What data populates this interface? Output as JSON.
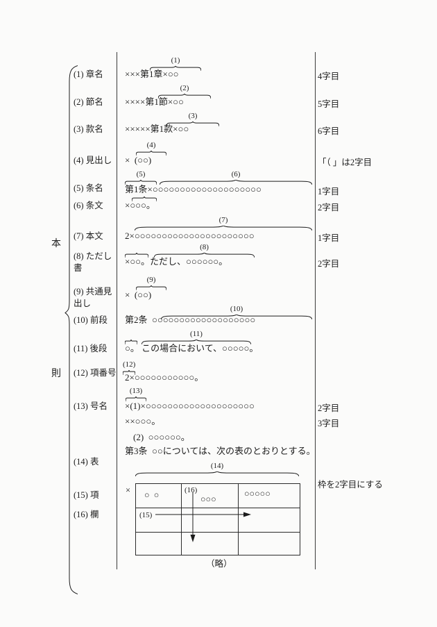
{
  "header": {
    "top": "本",
    "bottom": "則"
  },
  "items": {
    "i1": "(1) 章名",
    "i2": "(2) 節名",
    "i3": "(3) 款名",
    "i4": "(4) 見出し",
    "i5": "(5) 条名",
    "i6": "(6) 条文",
    "i7": "(7) 本文",
    "i8": "(8) ただし書",
    "i9": "(9) 共通見出し",
    "i10": "(10) 前段",
    "i11": "(11) 後段",
    "i12": "(12) 項番号",
    "i13": "(13) 号名",
    "i14": "(14) 表",
    "i15": "(15) 項",
    "i16": "(16) 欄"
  },
  "tags": {
    "t1": "(1)",
    "t2": "(2)",
    "t3": "(3)",
    "t4": "(4)",
    "t5": "(5)",
    "t6": "(6)",
    "t7": "(7)",
    "t8": "(8)",
    "t9": "(9)",
    "t10": "(10)",
    "t11": "(11)",
    "t12": "(12)",
    "t13": "(13)",
    "t14": "(14)",
    "t15": "(15)",
    "t16": "(16)"
  },
  "lines": {
    "l1": "×××第1章×○○",
    "l2": "××××第1節×○○",
    "l3": "×××××第1款×○○",
    "l4": "×  (○○)",
    "l5": "第1条×○○○○○○○○○○○○○○○○○○○○",
    "l6": "×○○○。",
    "l7": "2×○○○○○○○○○○○○○○○○○○○○○○",
    "l8": "×○○。ただし、○○○○○○。",
    "l9": "×  (○○)",
    "l10": "第2条  ○○○○○○○○○○○○○○○○○○○",
    "l11": "○。 この場合において、○○○○○。",
    "l12": "2×○○○○○○○○○○○。",
    "l13": "×(1)×○○○○○○○○○○○○○○○○○○○○",
    "l13b": "××○○○。",
    "l13c": "(2)  ○○○○○○。",
    "l13d": "第3条  ○○については、次の表のとおりとする。"
  },
  "notes": {
    "n1": "4字目",
    "n2": "5字目",
    "n3": "6字目",
    "n4": "「（ 」は2字目",
    "n5": "1字目",
    "n6": "2字目",
    "n7": "1字目",
    "n8": "2字目",
    "n9": "2字目",
    "n10": "3字目",
    "n11": "枠を2字目にする"
  },
  "table": {
    "x_mark": "×",
    "r1c1": "○  ○",
    "r1c2": "○○○",
    "r1c3": "○○○○○"
  },
  "ryaku": "（略）"
}
